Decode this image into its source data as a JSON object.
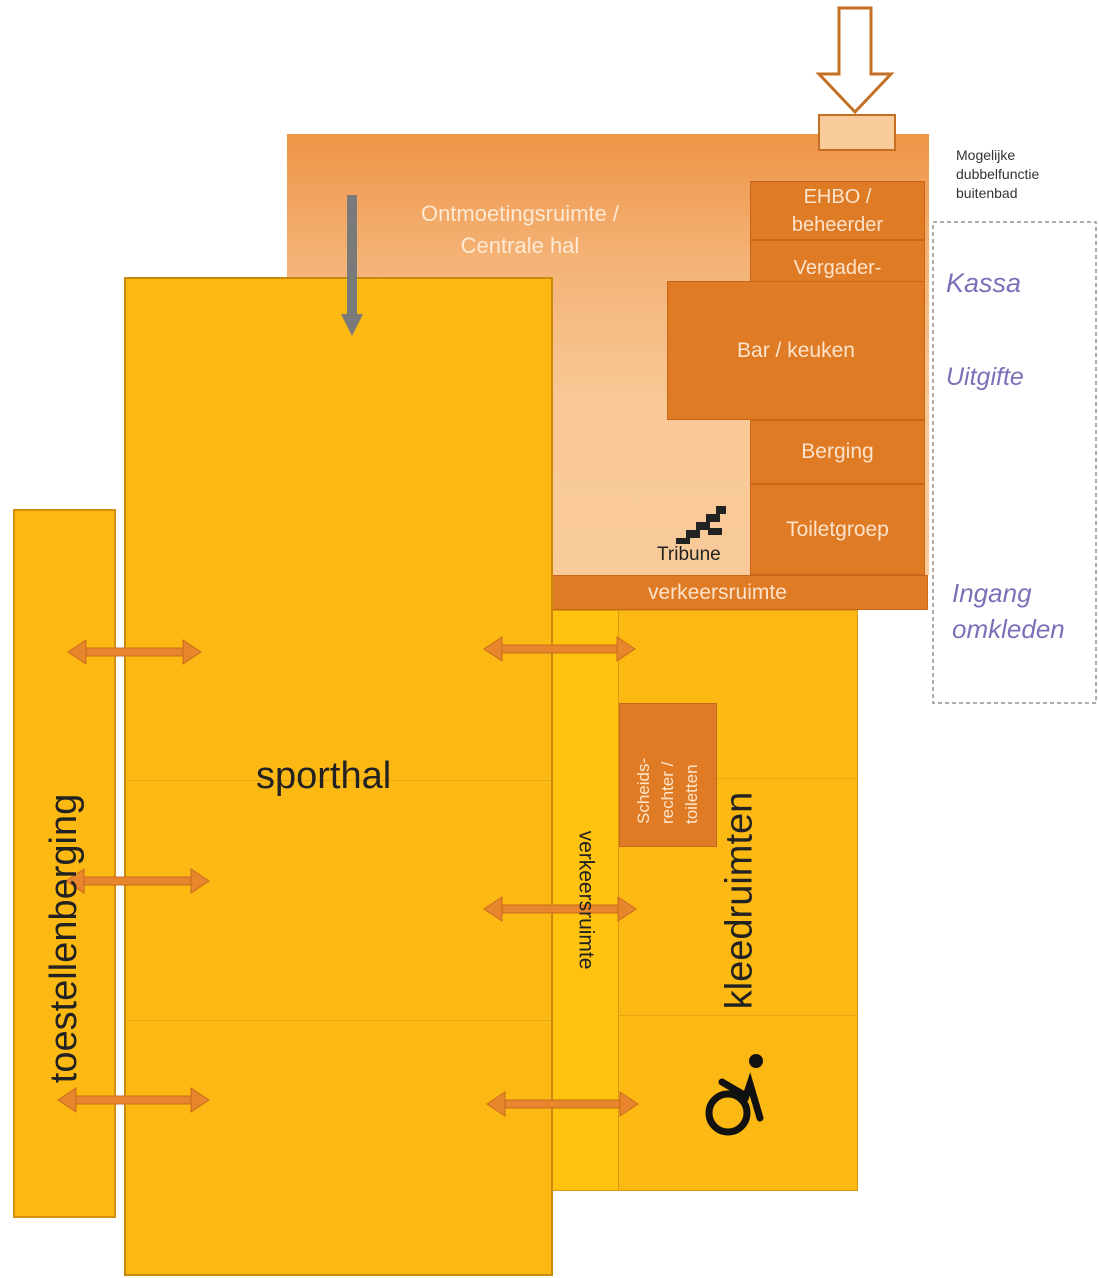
{
  "rooms": {
    "central_hall": "Ontmoetingsruimte / Centrale hal",
    "ehbo": "EHBO / beheerder",
    "meeting": "Vergader- ruimte",
    "bar": "Bar / keuken",
    "storage": "Berging",
    "toilets": "Toiletgroep",
    "traffic_horizontal": "verkeersruimte",
    "traffic_vertical": "verkeersruimte",
    "sports_hall": "sporthal",
    "equipment_storage": "toestellenberging",
    "changing_rooms": "kleedruimten",
    "referee": "Scheids- rechter / toiletten"
  },
  "labels": {
    "tribune": "Tribune",
    "outdoor_pool_note": "Mogelijke dubbelfunctie buitenbad",
    "kassa": "Kassa",
    "uitgifte": "Uitgifte",
    "ingang_omkleden": "Ingang omkleden"
  },
  "icons": [
    "tribune-stairs-icon",
    "wheelchair-icon",
    "entrance-arrow-icon",
    "double-arrow-icon"
  ],
  "colors": {
    "gold": "#FDB913",
    "dark_orange": "#E07B25",
    "light_peach": "#F7C391",
    "note_purple": "#7a72b8"
  }
}
